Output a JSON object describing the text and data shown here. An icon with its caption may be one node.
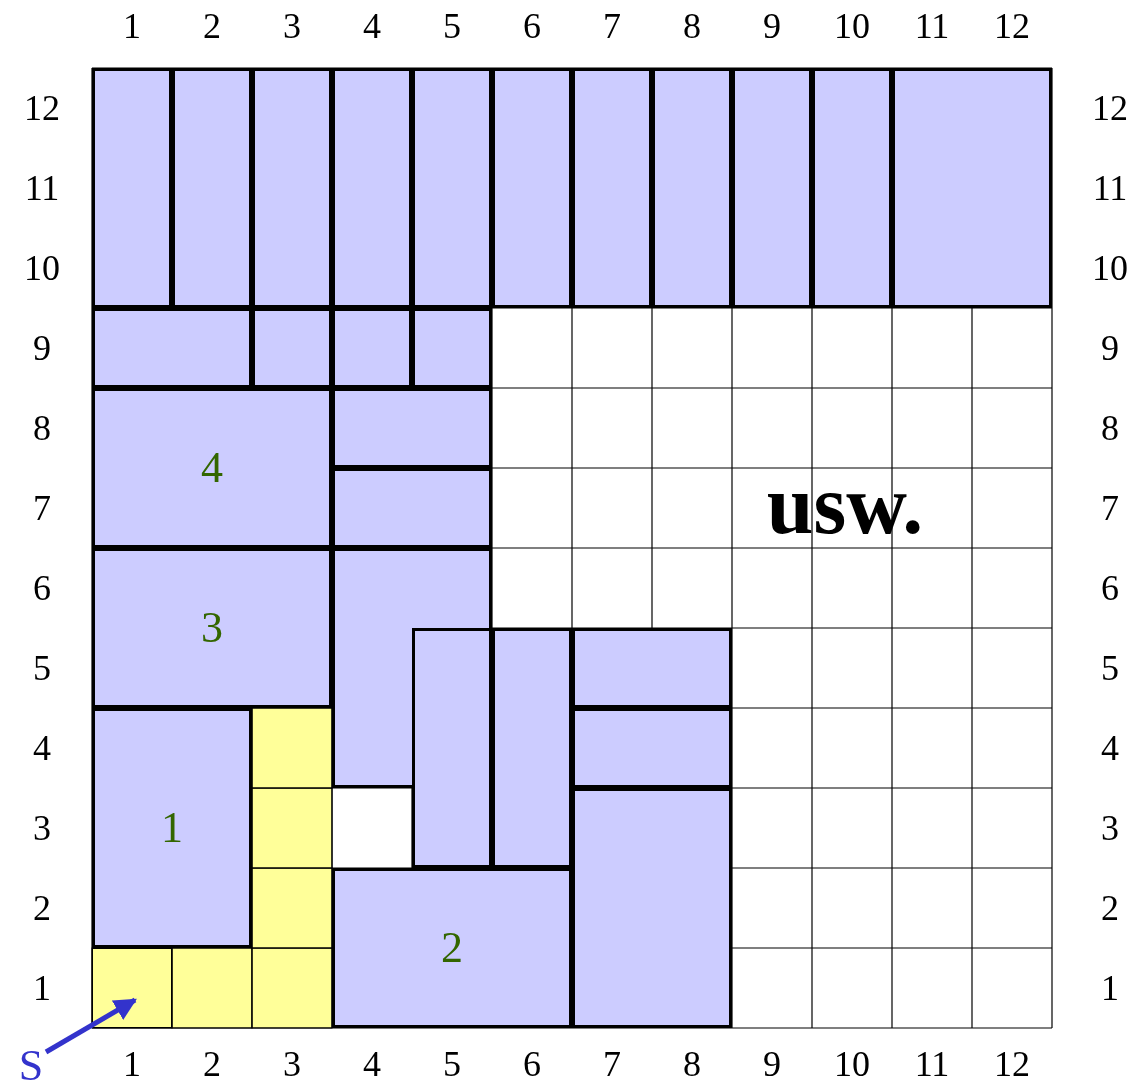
{
  "diagram": {
    "nodes": [
      {
        "text": [],
        "shape": "box"
      },
      {
        "text": [],
        "shape": "box"
      },
      {
        "text": [],
        "shape": "box"
      },
      {
        "text": [],
        "shape": "box"
      },
      {
        "text": [],
        "shape": "box"
      },
      {
        "text": [],
        "shape": "box"
      },
      {
        "text": [],
        "shape": "box"
      },
      {
        "text": [],
        "shape": "box"
      },
      {
        "text": [],
        "shape": "box"
      },
      {
        "text": [],
        "shape": "box"
      },
      {
        "text": [],
        "shape": "box"
      },
      {
        "text": [],
        "shape": "box"
      },
      {
        "text": [],
        "shape": "box"
      },
      {
        "text": [],
        "shape": "box"
      },
      {
        "text": [],
        "shape": "box"
      },
      {
        "text": [
          "4"
        ]
      },
      {
        "text": [],
        "shape": "box"
      },
      {
        "text": [],
        "shape": "box"
      },
      {
        "text": [
          "3"
        ]
      },
      {
        "text": [],
        "shape": "box"
      },
      {
        "text": [],
        "shape": "box"
      },
      {
        "text": [],
        "shape": "box"
      },
      {
        "text": [],
        "shape": "box"
      },
      {
        "text": [],
        "shape": "box"
      },
      {
        "text": [
          "1"
        ]
      },
      {
        "text": [],
        "shape": "box"
      },
      {
        "text": [
          "2"
        ]
      },
      {
        "text": [
          "S"
        ]
      },
      {
        "text": [],
        "shape": "box"
      }
    ],
    "edges": [
      {
        "from": 27,
        "to": 28,
        "arrow": "to",
        "color": "#3333cc"
      }
    ],
    "labels": [
      "1",
      "2",
      "3",
      "4",
      "5",
      "6",
      "7",
      "8",
      "9",
      "10",
      "11",
      "12",
      "12",
      "12",
      "11",
      "11",
      "10",
      "10",
      "9",
      "9",
      "8",
      "8",
      "7",
      "usw.",
      "7",
      "6",
      "6",
      "5",
      "5",
      "4",
      "4",
      "3",
      "3",
      "2",
      "2",
      "1",
      "1",
      "1",
      "2",
      "3",
      "4",
      "5",
      "6",
      "7",
      "8",
      "9",
      "10",
      "11",
      "12"
    ]
  }
}
